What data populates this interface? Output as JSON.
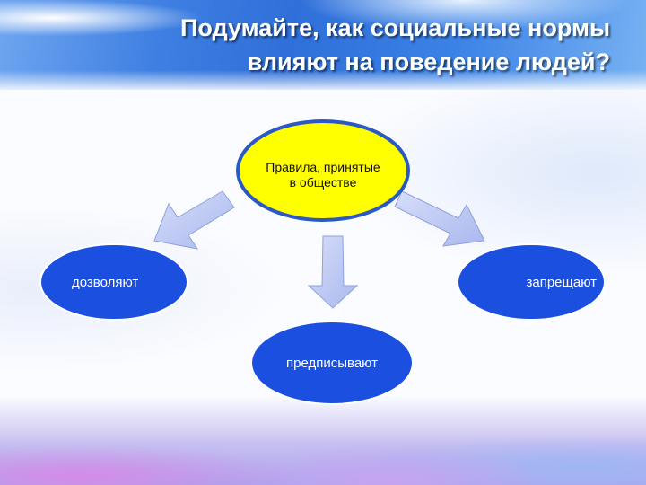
{
  "title": {
    "line1": "Подумайте, как социальные нормы",
    "line2": "влияют на поведение людей?"
  },
  "diagram": {
    "center": {
      "label": "Правила, принятые в обществе",
      "fill": "#ffff00",
      "stroke": "#2b59c3"
    },
    "outcomes": [
      {
        "label": "дозволяют"
      },
      {
        "label": "предписывают"
      },
      {
        "label": "запрещают"
      }
    ],
    "node_fill": "#1a4fe0",
    "arrow_fill": "#b9c6f2"
  }
}
